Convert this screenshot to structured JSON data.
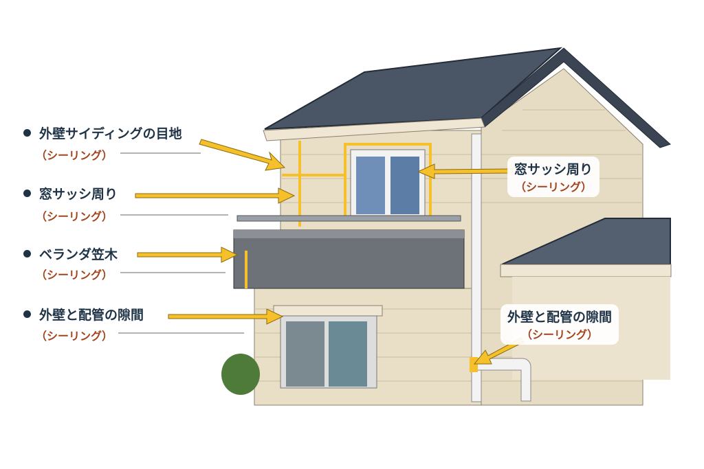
{
  "left_labels": [
    {
      "title": "外壁サイディングの目地",
      "sub": "（シーリング）"
    },
    {
      "title": "窓サッシ周り",
      "sub": "（シーリング）"
    },
    {
      "title": "ベランダ笠木",
      "sub": "（シーリング）"
    },
    {
      "title": "外壁と配管の隙間",
      "sub": "（シーリング）"
    }
  ],
  "right_labels": [
    {
      "title": "窓サッシ周り",
      "sub": "（シーリング）"
    },
    {
      "title": "外壁と配管の隙間",
      "sub": "（シーリング）"
    }
  ],
  "colors": {
    "arrow": "#f5c02a",
    "title": "#1f3347",
    "sub": "#a3421c",
    "roof": "#4a5566",
    "wall": "#e8dcc4"
  }
}
